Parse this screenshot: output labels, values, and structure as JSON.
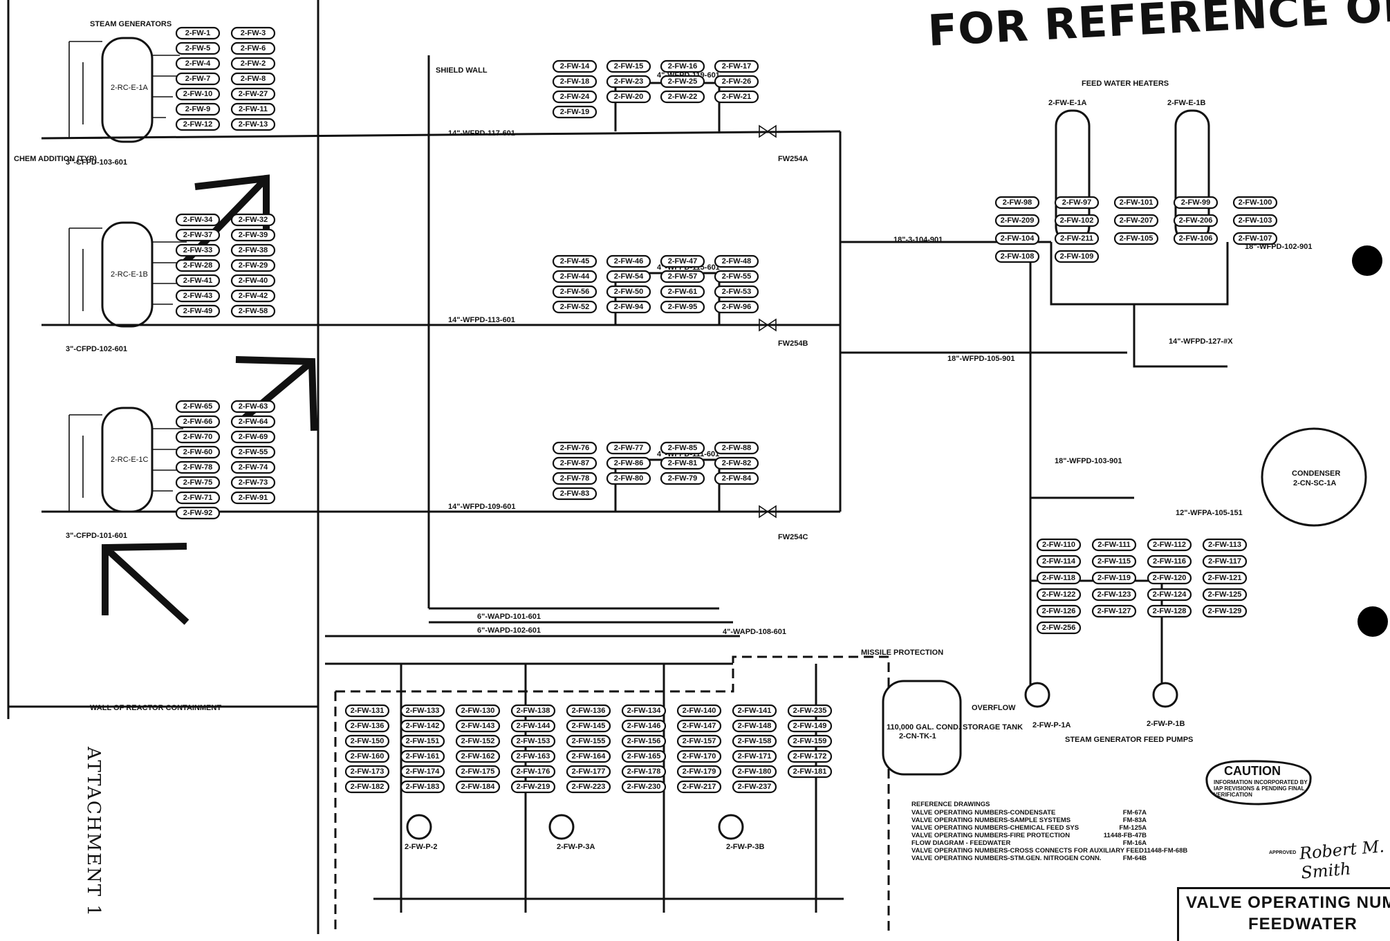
{
  "stamp": "FOR REFERENCE ONLY",
  "attachment": "ATTACHMENT 1",
  "title": {
    "line1": "VALVE OPERATING NUMBER",
    "line2": "FEEDWATER"
  },
  "caution": {
    "title": "CAUTION",
    "text": "INFORMATION INCORPORATED BY IAP REVISIONS & PENDING FINAL VERIFICATION"
  },
  "signature": {
    "prefix": "APPROVED",
    "name": "Robert M. Smith"
  },
  "labels": {
    "steam_generators": "STEAM GENERATORS",
    "shield_wall": "SHIELD WALL",
    "feed_water_heaters": "FEED WATER HEATERS",
    "wall_of_reactor_containment": "WALL OF REACTOR CONTAINMENT",
    "missile_protection": "MISSILE PROTECTION",
    "condenser": "CONDENSER",
    "condenser_id": "2-CN-SC-1A",
    "storage_tank": "110,000 GAL. COND. STORAGE TANK",
    "storage_tank_id": "2-CN-TK-1",
    "sg_feed_pumps": "STEAM GENERATOR FEED PUMPS",
    "chem_addition": "CHEM ADDITION (TYP)",
    "heater_a": "2-FW-E-1A",
    "heater_b": "2-FW-E-1B",
    "sg_a": "2-RC-E-1A",
    "sg_b": "2-RC-E-1B",
    "sg_c": "2-RC-E-1C",
    "pump_a": "2-FW-P-1A",
    "pump_b": "2-FW-P-1B",
    "aux_pump_2": "2-FW-P-2",
    "aux_pump_3a": "2-FW-P-3A",
    "aux_pump_3b": "2-FW-P-3B",
    "overflow": "OVERFLOW",
    "line_117": "14\"-WFPD-117-601",
    "line_113": "14\"-WFPD-113-601",
    "line_109": "14\"-WFPD-109-601",
    "line_119": "4\"-WFPD-119-601",
    "line_115": "4\"-WFPD-115-601",
    "line_111": "4\"-WFPD-111-601",
    "line_104": "18\"-3-104-901",
    "line_102": "18\"-WFPD-102-901",
    "line_127": "14\"-WFPD-127-#X",
    "line_105": "18\"-WFPD-105-901",
    "line_103": "18\"-WFPD-103-901",
    "line_wfpa": "12\"-WFPA-105-151",
    "line_wapd101": "6\"-WAPD-101-601",
    "line_wapd102": "6\"-WAPD-102-601",
    "line_wapd108": "4\"-WAPD-108-601",
    "line_cfpd103": "3\"-CFPD-103-601",
    "line_cfpd102": "3\"-CFPD-102-601",
    "line_cfpd101": "3\"-CFPD-101-601",
    "mov_a": "FW254A",
    "mov_b": "FW254B",
    "mov_c": "FW254C"
  },
  "tags": {
    "sg_a": [
      "2-FW-1",
      "2-FW-3",
      "2-FW-5",
      "2-FW-6",
      "2-FW-4",
      "2-FW-2",
      "2-FW-7",
      "2-FW-8",
      "2-FW-10",
      "2-FW-27",
      "2-FW-9",
      "2-FW-11",
      "2-FW-12",
      "2-FW-13"
    ],
    "sg_b": [
      "2-FW-34",
      "2-FW-32",
      "2-FW-37",
      "2-FW-39",
      "2-FW-33",
      "2-FW-38",
      "2-FW-28",
      "2-FW-29",
      "2-FW-41",
      "2-FW-40",
      "2-FW-43",
      "2-FW-42",
      "2-FW-49",
      "2-FW-58"
    ],
    "sg_c": [
      "2-FW-65",
      "2-FW-63",
      "2-FW-66",
      "2-FW-64",
      "2-FW-70",
      "2-FW-69",
      "2-FW-60",
      "2-FW-55",
      "2-FW-78",
      "2-FW-74",
      "2-FW-75",
      "2-FW-73",
      "2-FW-71",
      "2-FW-91",
      "2-FW-92"
    ],
    "line_a": [
      "2-FW-14",
      "2-FW-15",
      "2-FW-16",
      "2-FW-17",
      "2-FW-18",
      "2-FW-23",
      "2-FW-25",
      "2-FW-26",
      "2-FW-24",
      "2-FW-20",
      "2-FW-22",
      "2-FW-21",
      "2-FW-19"
    ],
    "line_b": [
      "2-FW-45",
      "2-FW-46",
      "2-FW-47",
      "2-FW-48",
      "2-FW-44",
      "2-FW-54",
      "2-FW-57",
      "2-FW-55",
      "2-FW-56",
      "2-FW-50",
      "2-FW-61",
      "2-FW-53",
      "2-FW-52",
      "2-FW-94",
      "2-FW-95",
      "2-FW-96"
    ],
    "line_c": [
      "2-FW-76",
      "2-FW-77",
      "2-FW-85",
      "2-FW-88",
      "2-FW-87",
      "2-FW-86",
      "2-FW-81",
      "2-FW-82",
      "2-FW-78",
      "2-FW-80",
      "2-FW-79",
      "2-FW-84",
      "2-FW-83"
    ],
    "heaters": [
      "2-FW-98",
      "2-FW-97",
      "2-FW-101",
      "2-FW-99",
      "2-FW-100",
      "2-FW-209",
      "2-FW-102",
      "2-FW-207",
      "2-FW-206",
      "2-FW-103",
      "2-FW-104",
      "2-FW-211",
      "2-FW-105",
      "2-FW-106",
      "2-FW-107",
      "2-FW-108",
      "2-FW-109"
    ],
    "pumps": [
      "2-FW-110",
      "2-FW-111",
      "2-FW-112",
      "2-FW-113",
      "2-FW-114",
      "2-FW-115",
      "2-FW-116",
      "2-FW-117",
      "2-FW-118",
      "2-FW-119",
      "2-FW-120",
      "2-FW-121",
      "2-FW-122",
      "2-FW-123",
      "2-FW-124",
      "2-FW-125",
      "2-FW-126",
      "2-FW-127",
      "2-FW-128",
      "2-FW-129",
      "2-FW-256"
    ],
    "aux": [
      "2-FW-131",
      "2-FW-133",
      "2-FW-130",
      "2-FW-138",
      "2-FW-136",
      "2-FW-134",
      "2-FW-140",
      "2-FW-141",
      "2-FW-235",
      "2-FW-136",
      "2-FW-142",
      "2-FW-143",
      "2-FW-144",
      "2-FW-145",
      "2-FW-146",
      "2-FW-147",
      "2-FW-148",
      "2-FW-149",
      "2-FW-150",
      "2-FW-151",
      "2-FW-152",
      "2-FW-153",
      "2-FW-155",
      "2-FW-156",
      "2-FW-157",
      "2-FW-158",
      "2-FW-159",
      "2-FW-160",
      "2-FW-161",
      "2-FW-162",
      "2-FW-163",
      "2-FW-164",
      "2-FW-165",
      "2-FW-170",
      "2-FW-171",
      "2-FW-172",
      "2-FW-173",
      "2-FW-174",
      "2-FW-175",
      "2-FW-176",
      "2-FW-177",
      "2-FW-178",
      "2-FW-179",
      "2-FW-180",
      "2-FW-181",
      "2-FW-182",
      "2-FW-183",
      "2-FW-184",
      "2-FW-219",
      "2-FW-223",
      "2-FW-230",
      "2-FW-217",
      "2-FW-237"
    ]
  },
  "references": {
    "heading": "REFERENCE DRAWINGS",
    "rows": [
      {
        "text": "VALVE OPERATING NUMBERS-CONDENSATE",
        "ref": "FM-67A"
      },
      {
        "text": "VALVE OPERATING NUMBERS-SAMPLE SYSTEMS",
        "ref": "FM-83A"
      },
      {
        "text": "VALVE OPERATING NUMBERS-CHEMICAL FEED SYS",
        "ref": "FM-125A"
      },
      {
        "text": "VALVE OPERATING NUMBERS-FIRE PROTECTION",
        "ref": "11448-FB-47B"
      },
      {
        "text": "FLOW DIAGRAM - FEEDWATER",
        "ref": "FM-16A"
      },
      {
        "text": "VALVE OPERATING NUMBERS-CROSS CONNECTS FOR AUXILIARY FEED",
        "ref": "11448-FM-68B"
      },
      {
        "text": "VALVE OPERATING NUMBERS-STM.GEN. NITROGEN CONN.",
        "ref": "FM-64B"
      }
    ]
  }
}
